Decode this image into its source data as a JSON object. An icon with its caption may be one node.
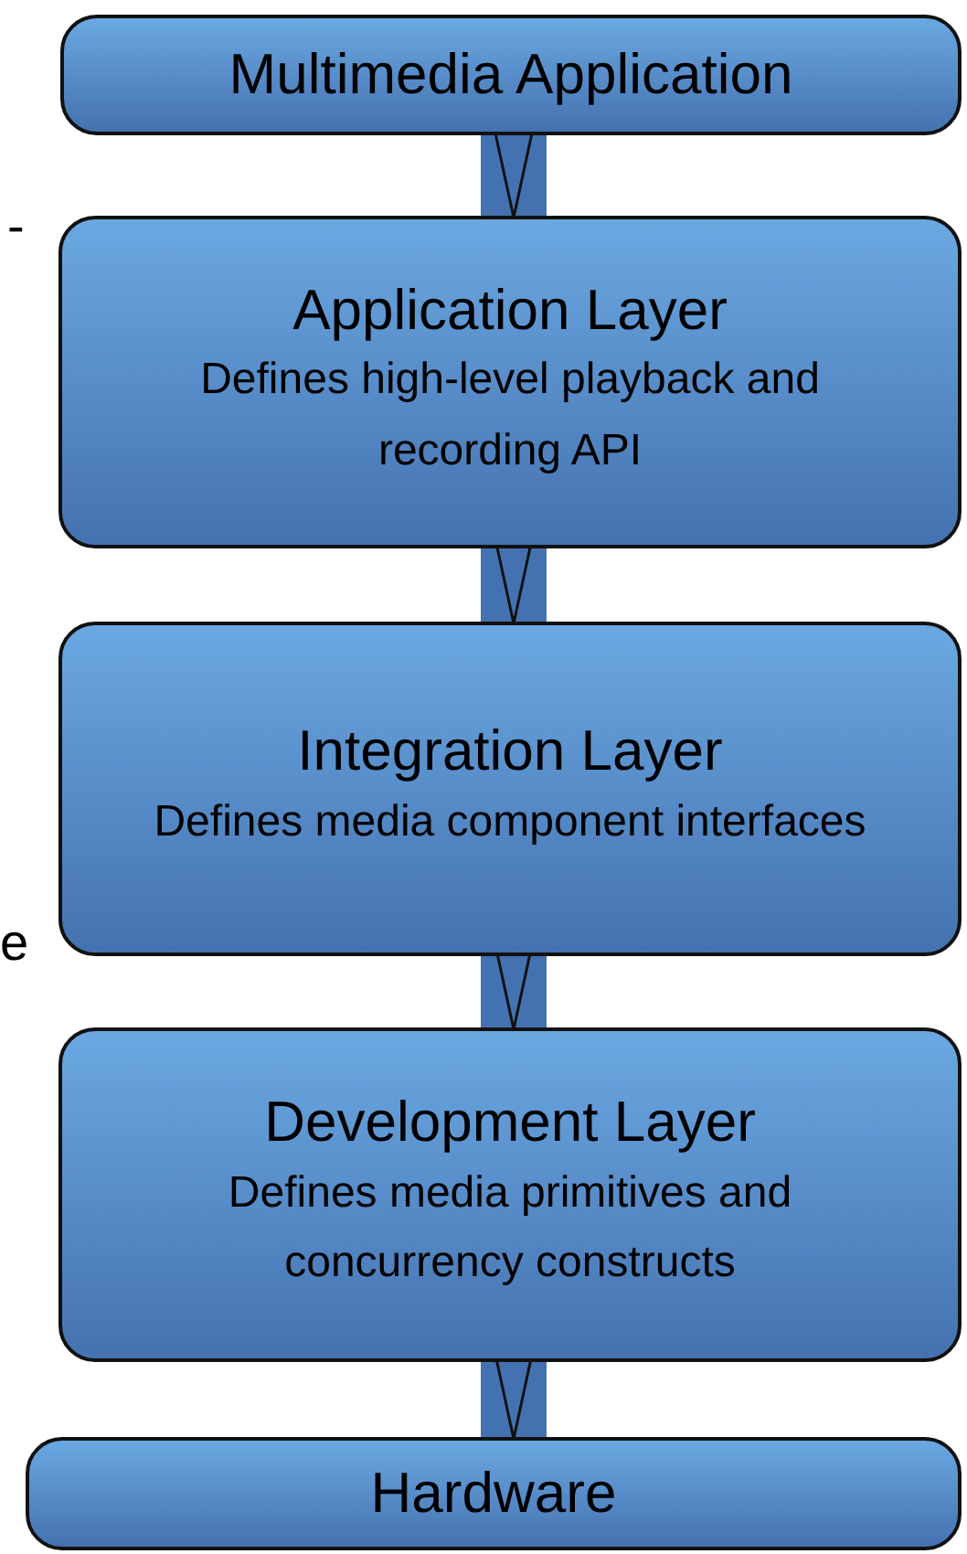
{
  "diagram": {
    "nodes": [
      {
        "text": [
          "Multimedia Application"
        ]
      },
      {
        "text": [
          "Application Layer",
          "Defines high-level playback and recording API"
        ]
      },
      {
        "text": [
          "Integration Layer",
          "Defines media component interfaces"
        ]
      },
      {
        "text": [
          "Development Layer",
          "Defines media primitives and concurrency constructs"
        ]
      },
      {
        "text": [
          "Hardware"
        ]
      }
    ],
    "edges": [
      {
        "from": 0,
        "to": 1,
        "arrow": "to"
      },
      {
        "from": 1,
        "to": 2,
        "arrow": "to"
      },
      {
        "from": 2,
        "to": 3,
        "arrow": "to"
      },
      {
        "from": 3,
        "to": 4,
        "arrow": "to"
      }
    ],
    "labels": [
      "-",
      "e"
    ]
  }
}
